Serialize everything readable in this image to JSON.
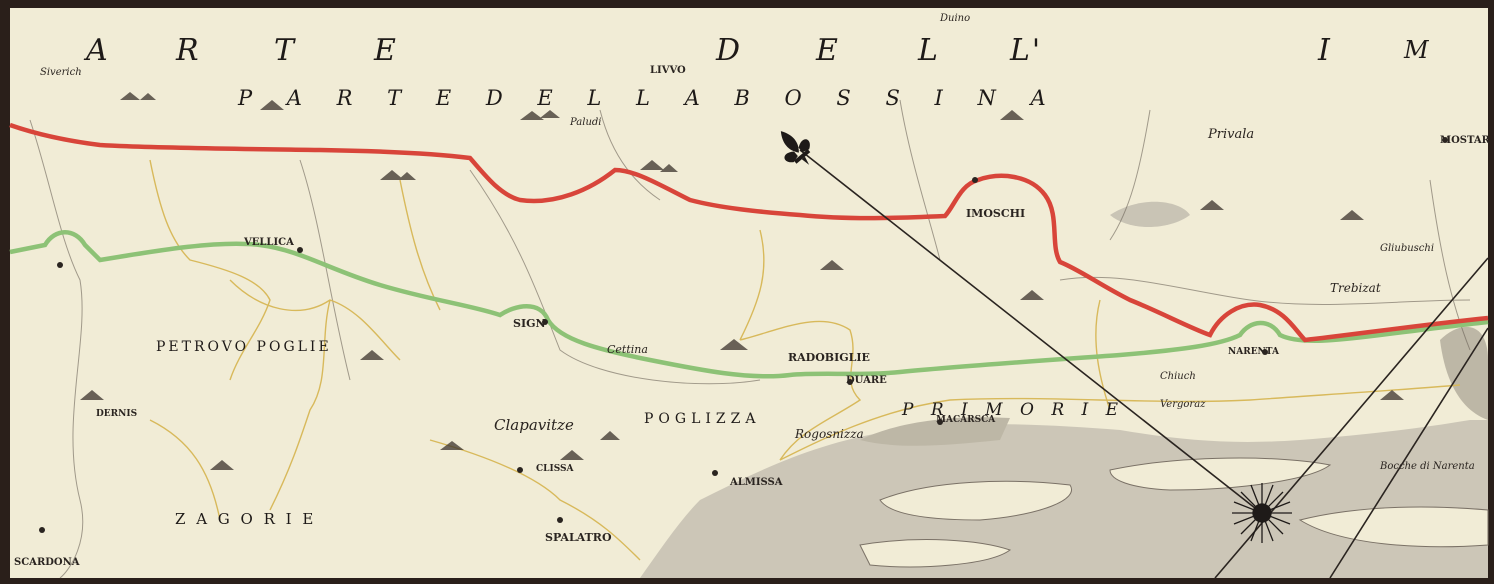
{
  "title_fragment": {
    "letters": [
      "A",
      "R",
      "T",
      "E",
      "D",
      "E",
      "L",
      "L'",
      "I",
      "M"
    ]
  },
  "regions": {
    "parte_della_bossina": "P A R T E   D E L L A   B O S S I N A",
    "petrovo_poglie": "PETROVO POGLIE",
    "poglizza": "POGLIZZA",
    "primorie": "P R I M O R I E",
    "zagorie": "Z A G O R I E",
    "clapavitze": "Clapavitze",
    "radobiglie": "RADOBIGLIE"
  },
  "towns": {
    "duino": "Duino",
    "livvo": "LIVVO",
    "paludi": "Paludi",
    "imoschi": "IMOSCHI",
    "privala": "Privala",
    "mostar": "MOSTAR",
    "sign": "SIGN",
    "almissa": "ALMISSA",
    "spalatro": "SPALATRO",
    "clissa": "CLISSA",
    "narenta": "NARENTA",
    "duare": "DUARE",
    "makarska": "MACARSCA",
    "vergoraz": "Vergoraz",
    "bocche_di_narenta": "Bocche di Narenta",
    "scardona": "SCARDONA",
    "trebisat": "Trebizat",
    "vellica": "VELLICA",
    "cetina": "Cettina",
    "rogosnizza": "Rogosnizza",
    "glubuski": "Gliubuschi",
    "sivrich": "Siverich",
    "dernis": "DERNIS",
    "chiuch": "Chiuch"
  },
  "colors": {
    "paper": "#f1ecd6",
    "border_red": "#d8453a",
    "border_green": "#8dc276",
    "border_yellow": "#d8b95b",
    "sea_gray": "#c9c4b5",
    "ink": "#2a2420",
    "frame_dark": "#2a1f1a"
  }
}
